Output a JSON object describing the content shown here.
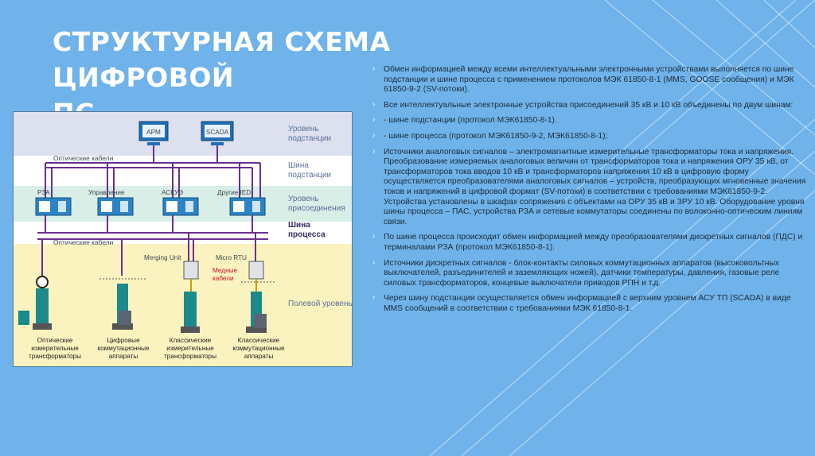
{
  "slide": {
    "title_lines": [
      "СТРУКТУРНАЯ СХЕМА ЦИФРОВОЙ",
      "ПС"
    ],
    "bullets": [
      "Обмен информацией между всеми интеллектуальными электронными устройствами выполняется по шине подстанции и шине процесса с применением протоколов МЭК 61850-8-1 (MMS, GOOSE сообщения) и МЭК 61850-9-2 (SV-потоки).",
      "Все интеллектуальные электронные устройства присоединений 35 кВ и 10 кВ объединены по двум шинам:",
      "- шине подстанции (протокол МЭК61850-8-1).",
      "- шине процесса (протокол МЭК61850-9-2, МЭК61850-8-1);",
      "Источники аналоговых сигналов – электромагнитные измерительные трансформаторы тока и напряжения. Преобразование измеряемых аналоговых величин от трансформаторов тока и напряжения ОРУ 35 кВ, от трансформаторов тока вводов 10 кВ и трансформаторов напряжения 10 кВ в цифровую форму осуществляется преобразователями аналоговых сигналов – устройств, преобразующих мгновенные значения токов и напряжений в цифровой формат (SV-потоки) в соответствии с требованиями МЭК61850-9-2. Устройства установлены в шкафах сопряжения с объектами на ОРУ 35 кВ и ЗРУ 10 кВ. Оборудование уровня шины процесса – ПАС, устройства РЗА и сетевые коммутаторы соединены по волоконно-оптическим линиям связи.",
      "По шине процесса происходит обмен информацией между преобразователями дискретных сигналов (ПДС) и терминалами РЗА (протокол МЭК61850-8-1).",
      "Источники дискретных сигналов - блок-контакты силовых коммутационных аппаратов (высоковольтных выключателей, разъединителей и заземляющих ножей), датчики температуры, давления, газовые реле силовых трансформаторов, концевые выключатели приводов РПН и т.д.",
      "Через шину подстанции осуществляется обмен информацией с верхним уровнем АСУ ТП (SCADA) в виде MMS сообщений в соответствии с требованиями   МЭК 61850-8-1."
    ]
  },
  "diagram": {
    "workstations": [
      "АРМ",
      "SCADA"
    ],
    "levels": {
      "substation": [
        "Уровень",
        "подстанции"
      ],
      "station_bus": [
        "Шина",
        "подстанции"
      ],
      "bay": [
        "Уровень",
        "присоединения"
      ],
      "process_bus": [
        "Шина",
        "процесса"
      ],
      "field": "Полевой уровень"
    },
    "optical_cables": "Оптические кабели",
    "bay_devices": [
      "РЗА",
      "Управление",
      "АСКУЭ",
      "Другие  IED"
    ],
    "merging_unit": "Merging Unit",
    "micro_rtu": "Micro RTU",
    "copper_cables": [
      "Медные",
      "кабели"
    ],
    "field_devices": [
      [
        "Оптические",
        "измерительные",
        "трансформаторы"
      ],
      [
        "Цифровые",
        "коммутационные",
        "аппараты"
      ],
      [
        "Классические",
        "измерительные",
        "трансформаторы"
      ],
      [
        "Классические",
        "коммутационные",
        "аппараты"
      ]
    ],
    "colors": {
      "bus": "#6b2f8f",
      "copper": "#c8a000",
      "band_top": "#dde0ee",
      "band_bay": "#d8eee6",
      "band_field": "#fbf3bf"
    }
  }
}
